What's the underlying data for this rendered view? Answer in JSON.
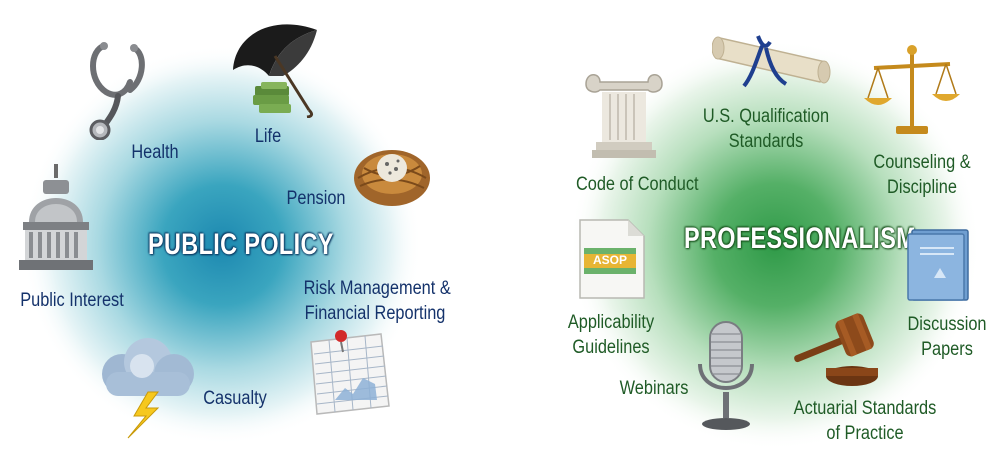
{
  "public_policy": {
    "title": "PUBLIC POLICY",
    "items": {
      "health": "Health",
      "life": "Life",
      "pension": "Pension",
      "risk_line1": "Risk Management &",
      "risk_line2": "Financial Reporting",
      "casualty": "Casualty",
      "public_interest": "Public Interest"
    }
  },
  "professionalism": {
    "title": "PROFESSIONALISM",
    "items": {
      "usq_line1": "U.S. Qualification",
      "usq_line2": "Standards",
      "counseling_line1": "Counseling &",
      "counseling_line2": "Discipline",
      "code_of_conduct": "Code of Conduct",
      "discussion_line1": "Discussion",
      "discussion_line2": "Papers",
      "asop_line1": "Actuarial Standards",
      "asop_line2": "of Practice",
      "webinars": "Webinars",
      "applicability_line1": "Applicability",
      "applicability_line2": "Guidelines",
      "asop_document_label": "ASOP"
    }
  },
  "colors": {
    "public_policy_text": "#14326b",
    "professionalism_text": "#1f5b26",
    "public_policy_glow": "#1f8fa8",
    "professionalism_glow": "#3aa352"
  }
}
